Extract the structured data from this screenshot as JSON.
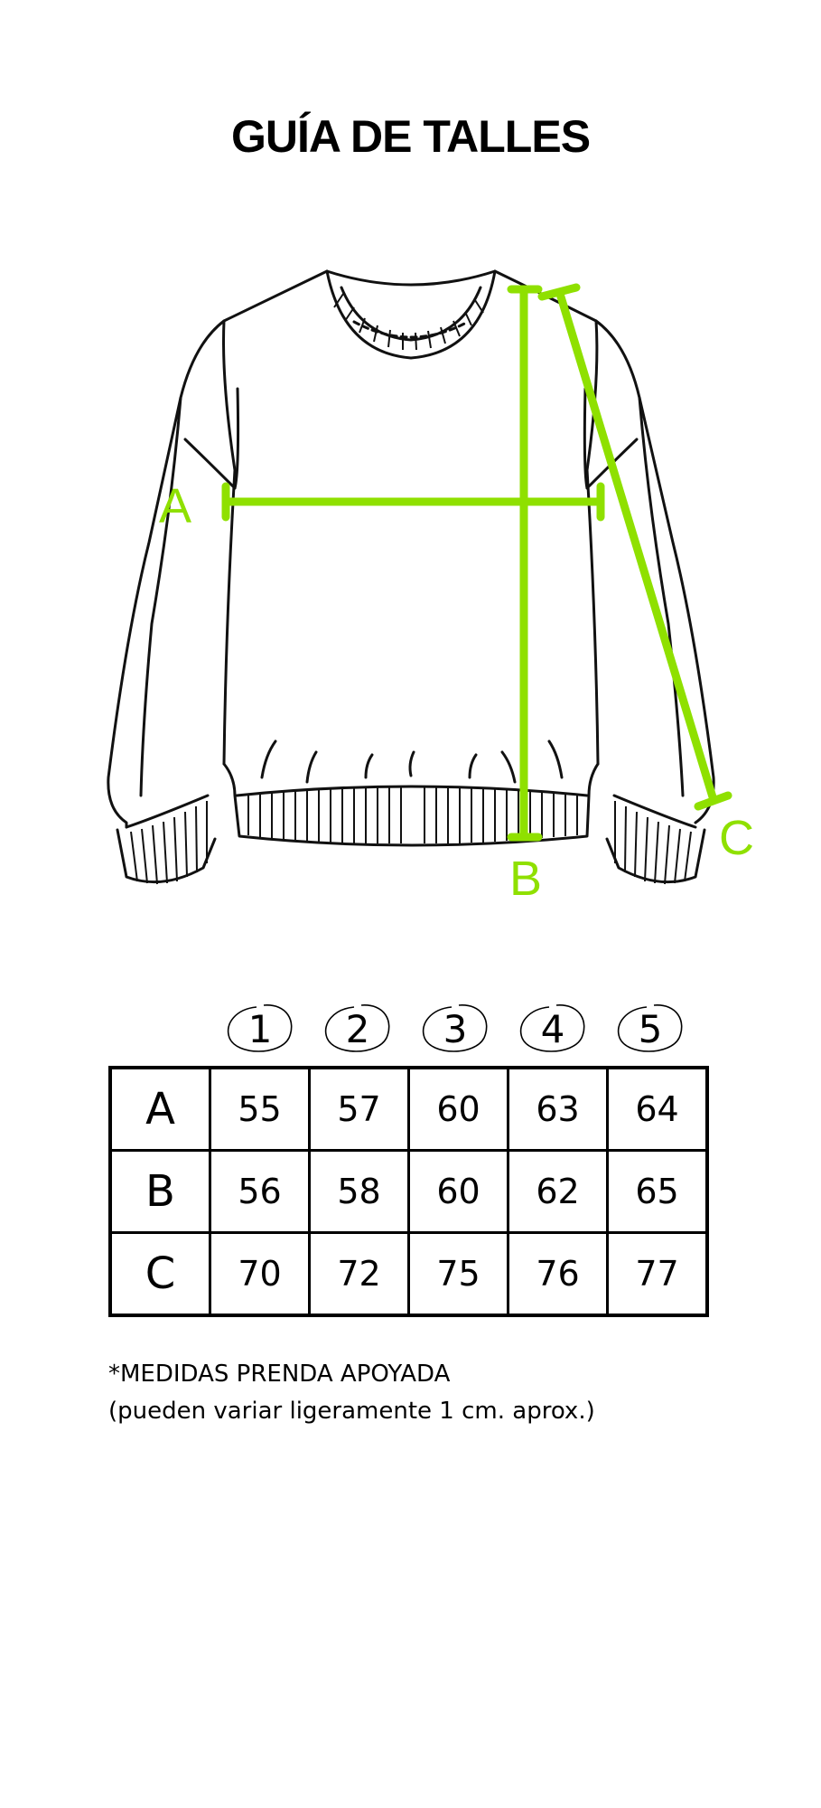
{
  "title": "GUÍA DE TALLES",
  "accent_color": "#8fe000",
  "measure_labels": {
    "a": "A",
    "b": "B",
    "c": "C"
  },
  "sizes": [
    "1",
    "2",
    "3",
    "4",
    "5"
  ],
  "table": [
    {
      "label": "A",
      "values": [
        "55",
        "57",
        "60",
        "63",
        "64"
      ]
    },
    {
      "label": "B",
      "values": [
        "56",
        "58",
        "60",
        "62",
        "65"
      ]
    },
    {
      "label": "C",
      "values": [
        "70",
        "72",
        "75",
        "76",
        "77"
      ]
    }
  ],
  "note": {
    "line1": "*MEDIDAS PRENDA APOYADA",
    "line2": "(pueden variar ligeramente 1 cm. aprox.)"
  }
}
